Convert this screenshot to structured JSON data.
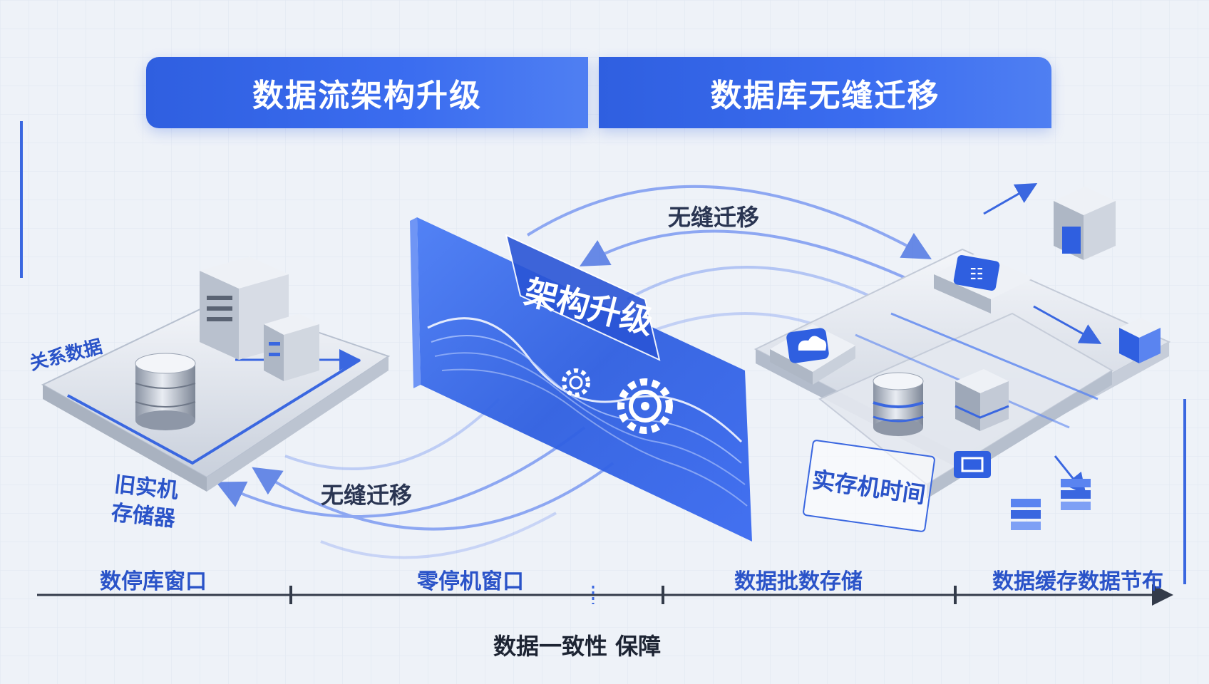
{
  "banners": {
    "left": "数据流架构升级",
    "right": "数据库无缝迁移"
  },
  "center": {
    "upgrade_label": "架构升级",
    "migration_top": "无缝迁移",
    "migration_bottom": "无缝迁移"
  },
  "left_node": {
    "relational_label": "关系数据",
    "machine_label": [
      "旧实机",
      "存储器"
    ]
  },
  "right_node": {
    "storage_label": "实存机时间"
  },
  "timeline": {
    "segments": [
      "数停库窗口",
      "零停机窗口",
      "数据批数存储",
      "数据缓存数据节布"
    ]
  },
  "footer": "数据一致性 保障",
  "colors": {
    "accent": "#3a67e0",
    "accent_dark": "#2a53c8",
    "background": "#eef2f8",
    "text_dark": "#1d2433"
  },
  "icons": [
    "database-icon",
    "server-icon",
    "gear-icon",
    "cloud-icon",
    "arrow-icon"
  ]
}
